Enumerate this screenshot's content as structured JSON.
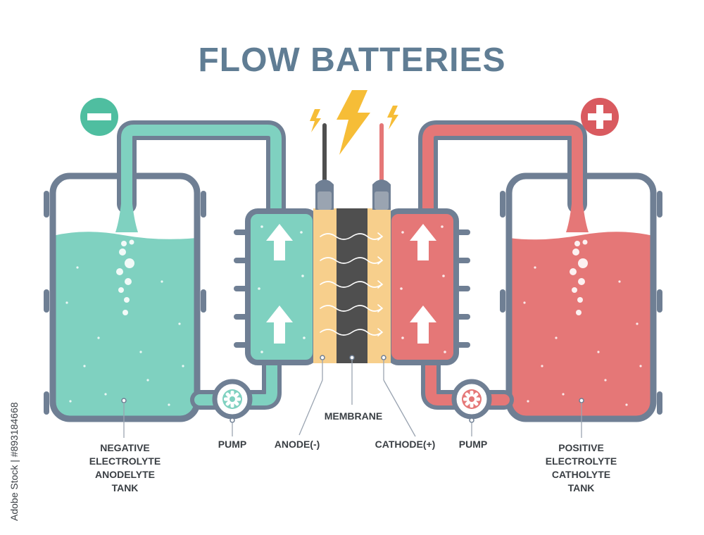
{
  "title": "FLOW BATTERIES",
  "labels": {
    "negative_tank": "NEGATIVE\nELECTROLYTE\nANODELYTE\nTANK",
    "pump_left": "PUMP",
    "anode": "ANODE(-)",
    "membrane": "MEMBRANE",
    "cathode": "CATHODE(+)",
    "pump_right": "PUMP",
    "positive_tank": "POSITIVE\nELECTROLYTE\nCATHOLYTE\nTANK"
  },
  "credit": "Adobe Stock | #893184668",
  "icons": {
    "negative": "minus-icon",
    "positive": "plus-icon",
    "power": "lightning-bolt-icon"
  },
  "colors": {
    "negative_electrolyte": "#7fd1c0",
    "positive_electrolyte": "#e57777",
    "outline": "#6f7f94",
    "electrode": "#f7cf8c",
    "membrane": "#4f4f4f",
    "lightning": "#f6bd37",
    "title": "#607d94"
  }
}
